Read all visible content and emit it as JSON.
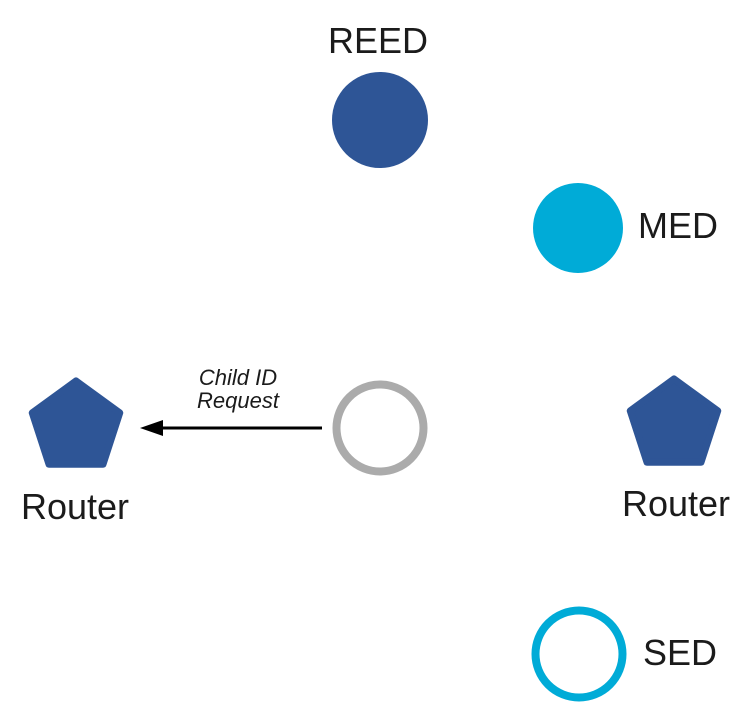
{
  "colors": {
    "blue": "#2E5596",
    "cyan": "#00ABD7",
    "gray": "#ABABAB",
    "arrow": "#000000",
    "text": "#1B1B1B",
    "background": "#FFFFFF"
  },
  "nodes": {
    "reed": {
      "label": "REED",
      "icon": "filled-circle-blue"
    },
    "med": {
      "label": "MED",
      "icon": "filled-circle-cyan"
    },
    "router_left": {
      "label": "Router",
      "icon": "pentagon-blue"
    },
    "router_right": {
      "label": "Router",
      "icon": "pentagon-blue"
    },
    "joining_device": {
      "icon": "outline-circle-gray"
    },
    "sed": {
      "label": "SED",
      "icon": "outline-circle-cyan"
    }
  },
  "arrow": {
    "label_line1": "Child ID",
    "label_line2": "Request",
    "direction": "left"
  }
}
